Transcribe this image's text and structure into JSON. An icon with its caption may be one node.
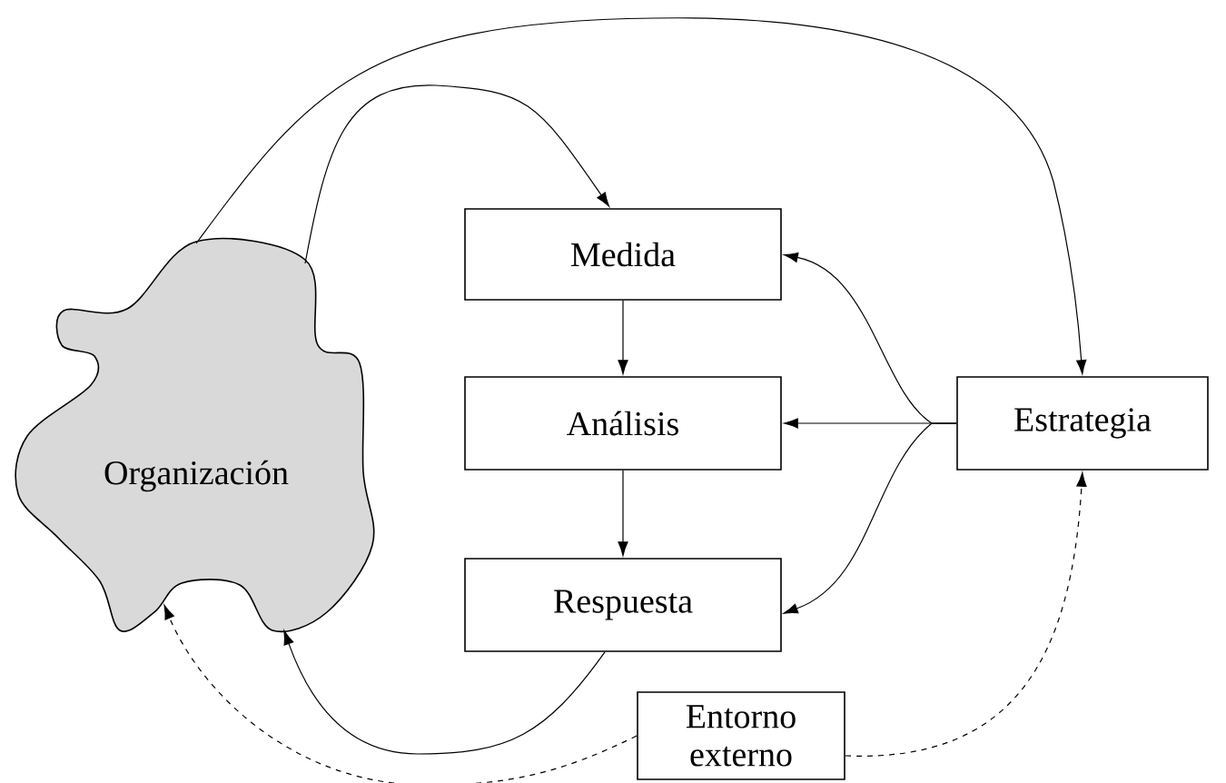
{
  "diagram": {
    "nodes": [
      {
        "text": [
          "Organización"
        ]
      },
      {
        "text": [
          "Medida"
        ]
      },
      {
        "text": [
          "Análisis"
        ]
      },
      {
        "text": [
          "Respuesta"
        ]
      },
      {
        "text": [
          "Estrategia"
        ]
      },
      {
        "text": [
          "Entorno externo"
        ]
      }
    ],
    "edges": [
      {
        "from": 0,
        "to": 1,
        "arrow": "to"
      },
      {
        "from": 0,
        "to": 4,
        "arrow": "to"
      },
      {
        "from": 1,
        "to": 2,
        "arrow": "to"
      },
      {
        "from": 2,
        "to": 3,
        "arrow": "to"
      },
      {
        "from": 4,
        "to": 1,
        "arrow": "to"
      },
      {
        "from": 4,
        "to": 2,
        "arrow": "to"
      },
      {
        "from": 4,
        "to": 3,
        "arrow": "to"
      },
      {
        "from": 3,
        "to": 0,
        "arrow": "to"
      },
      {
        "from": 5,
        "to": 0,
        "arrow": "to",
        "style": "dashed"
      },
      {
        "from": 5,
        "to": 4,
        "arrow": "to",
        "style": "dashed"
      }
    ]
  }
}
